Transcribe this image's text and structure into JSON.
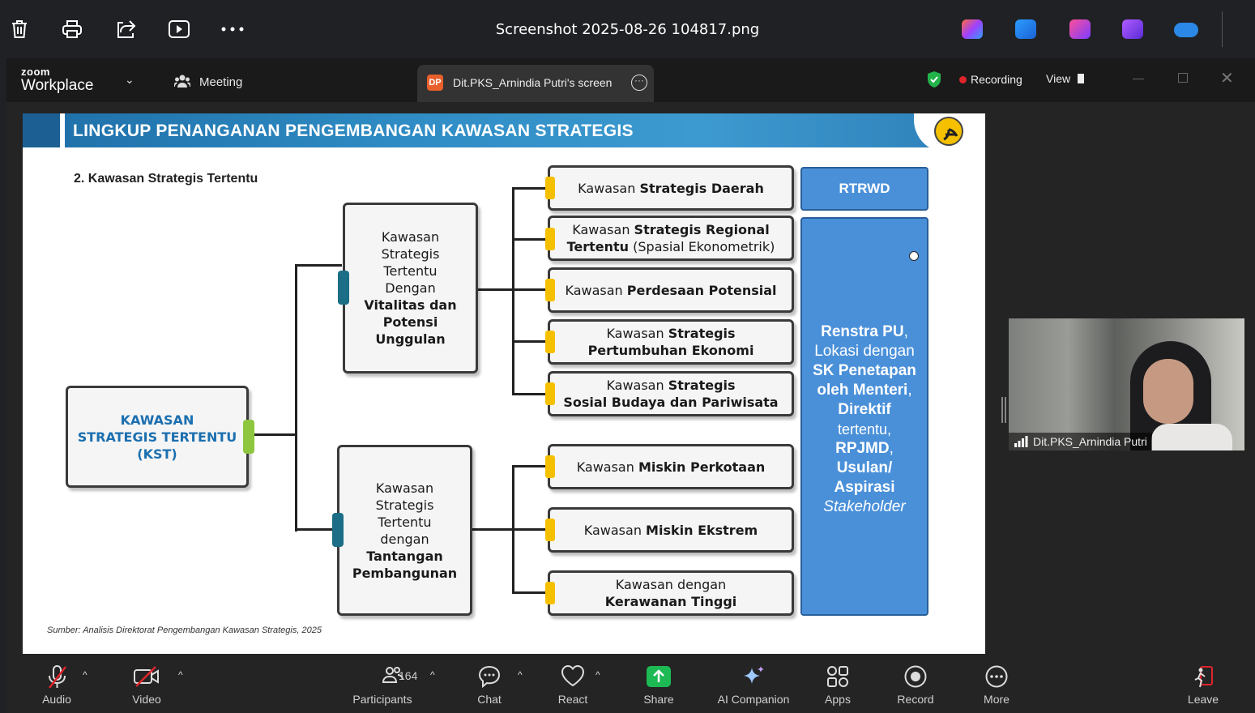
{
  "viewer": {
    "title": "Screenshot 2025-08-26 104817.png",
    "left_icons": [
      "trash-icon",
      "print-icon",
      "share-icon",
      "slideshow-icon",
      "more-icon"
    ],
    "app_icons": [
      "copilot-icon",
      "photos-icon",
      "designer-icon",
      "clipchamp-icon",
      "onedrive-icon"
    ]
  },
  "zoom": {
    "logo_small": "zoom",
    "logo_big": "Workplace",
    "meeting_label": "Meeting",
    "tab_badge": "DP",
    "tab_label": "Dit.PKS_Arnindia Putri's screen",
    "recording_label": "Recording",
    "view_label": "View"
  },
  "slide": {
    "title": "LINGKUP PENANGANAN PENGEMBANGAN KAWASAN STRATEGIS",
    "subtitle": "2. Kawasan Strategis Tertentu",
    "root": {
      "l1": "KAWASAN",
      "l2": "STRATEGIS TERTENTU",
      "l3": "(KST)"
    },
    "mid_top": {
      "l1": "Kawasan",
      "l2": "Strategis",
      "l3": "Tertentu",
      "l4": "Dengan",
      "b1": "Vitalitas dan",
      "b2": "Potensi",
      "b3": "Unggulan"
    },
    "mid_bottom": {
      "l1": "Kawasan",
      "l2": "Strategis",
      "l3": "Tertentu",
      "l4": "dengan",
      "b1": "Tantangan",
      "b2": "Pembangunan"
    },
    "items": {
      "i1_a": "Kawasan ",
      "i1_b": "Strategis Daerah",
      "i2_a": "Kawasan ",
      "i2_b": "Strategis Regional",
      "i2_c": "Tertentu",
      "i2_d": " (Spasial Ekonometrik)",
      "i3_a": "Kawasan ",
      "i3_b": "Perdesaan Potensial",
      "i4_a": "Kawasan ",
      "i4_b": "Strategis",
      "i4_c": "Pertumbuhan Ekonomi",
      "i5_a": "Kawasan ",
      "i5_b": "Strategis",
      "i5_c": "Sosial Budaya dan Pariwisata",
      "i6_a": "Kawasan ",
      "i6_b": "Miskin Perkotaan",
      "i7_a": "Kawasan ",
      "i7_b": "Miskin Ekstrem",
      "i8_a": "Kawasan dengan",
      "i8_b": "Kerawanan Tinggi"
    },
    "rtrwd": "RTRWD",
    "renstra": {
      "b1": "Renstra PU",
      "n1": ",",
      "n2": "Lokasi dengan",
      "b2": "SK Penetapan",
      "b3": "oleh Menteri",
      "n3": ",",
      "b4": "Direktif",
      "n4": "tertentu,",
      "b5": "RPJMD",
      "n5": ",",
      "b6": "Usulan/",
      "b7": "Aspirasi",
      "i1": "Stakeholder"
    },
    "source": "Sumber: Analisis Direktorat Pengembangan Kawasan Strategis, 2025"
  },
  "video": {
    "name": "Dit.PKS_Arnindia Putri"
  },
  "toolbar": {
    "audio": "Audio",
    "video": "Video",
    "participants": "Participants",
    "participants_count": "164",
    "chat": "Chat",
    "react": "React",
    "share": "Share",
    "ai": "AI Companion",
    "apps": "Apps",
    "record": "Record",
    "more": "More",
    "leave": "Leave"
  },
  "colors": {
    "banner": "#2f8cc4",
    "kst_text": "#1b6fb0",
    "tab_yellow": "#f5c000",
    "tab_teal": "#1b6e86",
    "tab_green": "#8ec63f",
    "blue_box": "#4a90d9",
    "share_green": "#1db954"
  }
}
